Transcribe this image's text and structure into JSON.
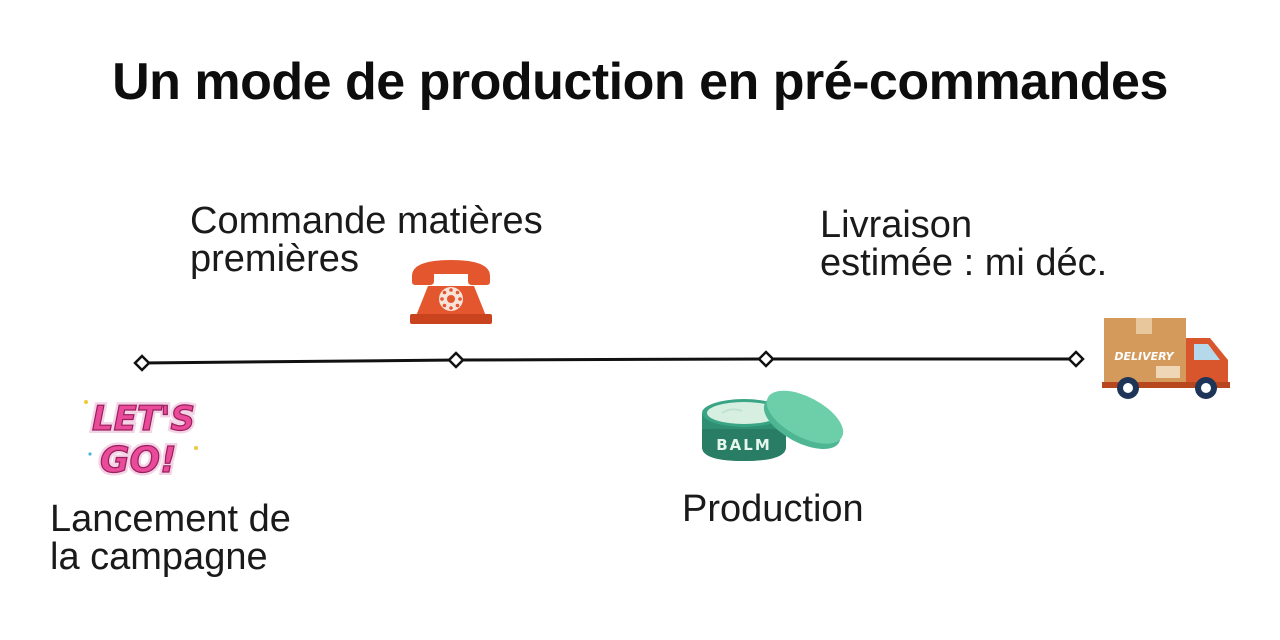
{
  "title": "Un mode de production en pré-commandes",
  "steps": [
    {
      "label_lines": [
        "Lancement de",
        "la campagne"
      ]
    },
    {
      "label_lines": [
        "Commande matières",
        "premières"
      ]
    },
    {
      "label_lines": [
        "Production"
      ]
    },
    {
      "label_lines": [
        "Livraison",
        "estimée : mi déc."
      ]
    }
  ],
  "icons": {
    "step1": "lets-go-icon",
    "step2": "telephone-icon",
    "step3": "balm-jar-icon",
    "step4": "delivery-truck-icon"
  },
  "icon_text": {
    "lets_go_line1": "LET'S",
    "lets_go_line2": "GO!",
    "balm": "BALM",
    "delivery": "DELIVERY"
  },
  "colors": {
    "line": "#111111",
    "phone": "#e4572e",
    "balm": "#5cc6a2",
    "truck_box": "#d49a5c",
    "truck_cab": "#d9552b",
    "lets_go": "#e94a9a"
  }
}
